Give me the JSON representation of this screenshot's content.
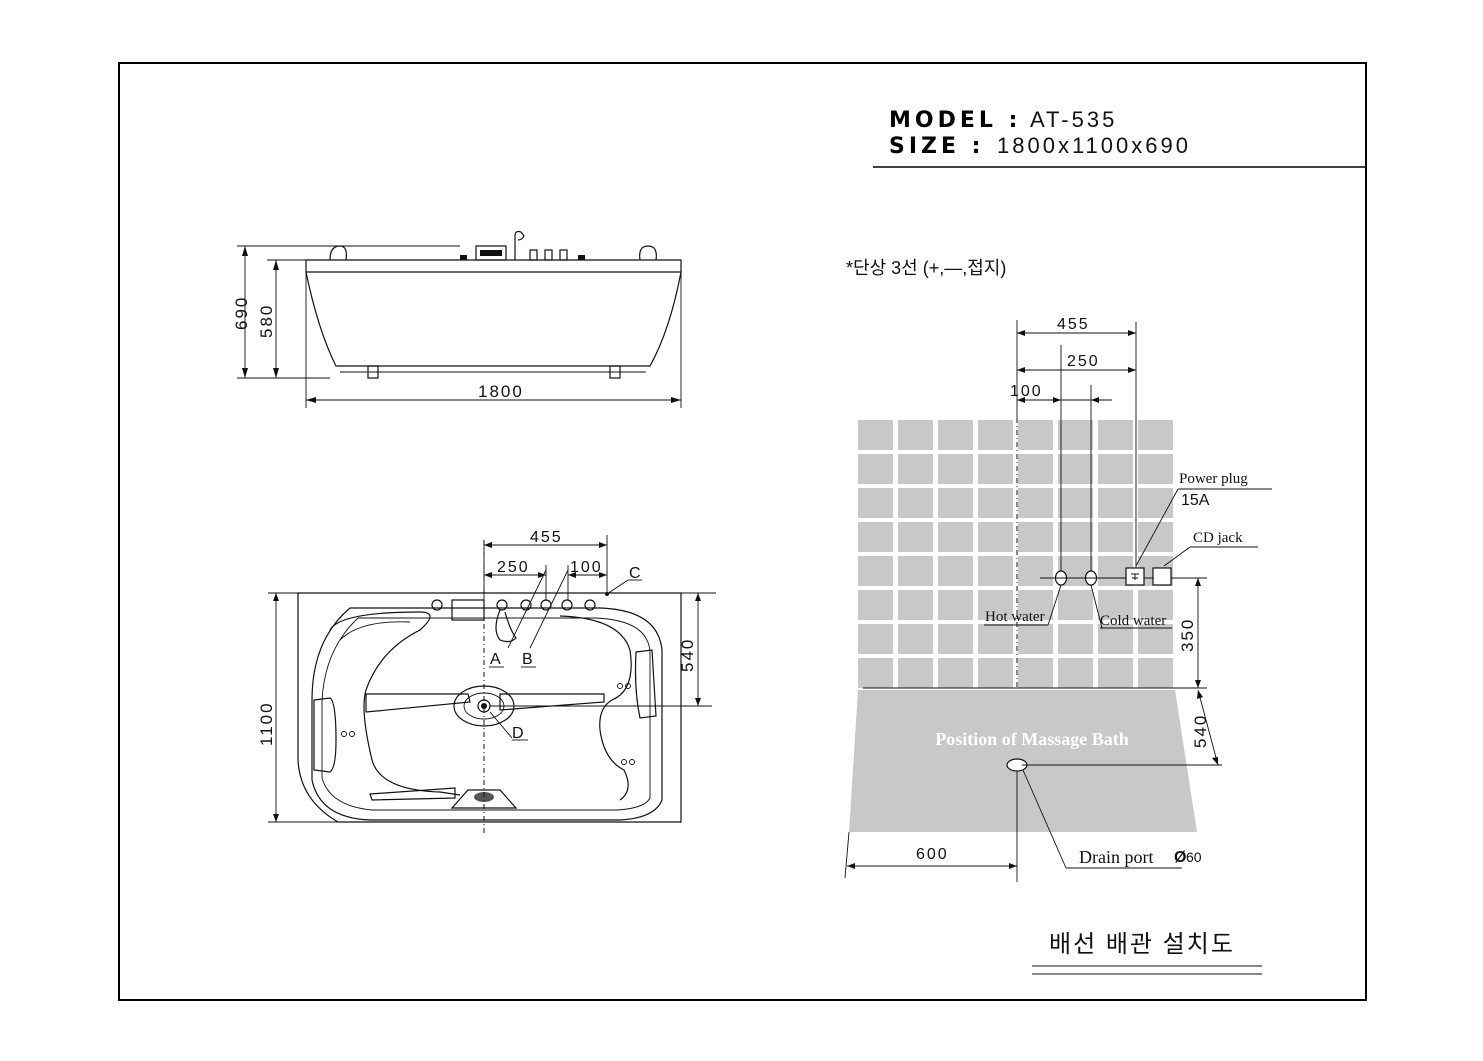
{
  "header": {
    "model_label": "MODEL :",
    "model_value": "AT-535",
    "size_label": "SIZE :",
    "size_value": "1800x1100x690"
  },
  "side_view": {
    "dim_height_total": "690",
    "dim_height_body": "580",
    "dim_length": "1800"
  },
  "top_view": {
    "dim_455": "455",
    "dim_250": "250",
    "dim_100": "100",
    "dim_540": "540",
    "dim_1100": "1100",
    "label_a": "A",
    "label_b": "B",
    "label_c": "C",
    "label_d": "D"
  },
  "install_view": {
    "note": "*단상 3선 (+,—,접지)",
    "dim_455": "455",
    "dim_250": "250",
    "dim_100": "100",
    "power_plug": "Power plug",
    "power_amp": "15A",
    "cd_jack": "CD jack",
    "hot_water": "Hot water",
    "cold_water": "Cold water",
    "dim_350": "350",
    "dim_540": "540",
    "position_label": "Position of Massage Bath",
    "dim_600": "600",
    "drain_port": "Drain port",
    "drain_size": "60",
    "diameter_symbol": "Ø"
  },
  "footer": {
    "title": "배선 배관 설치도"
  },
  "colors": {
    "tile": "#c8c8c8",
    "floor": "#c8c8c8",
    "ink": "#111111"
  }
}
